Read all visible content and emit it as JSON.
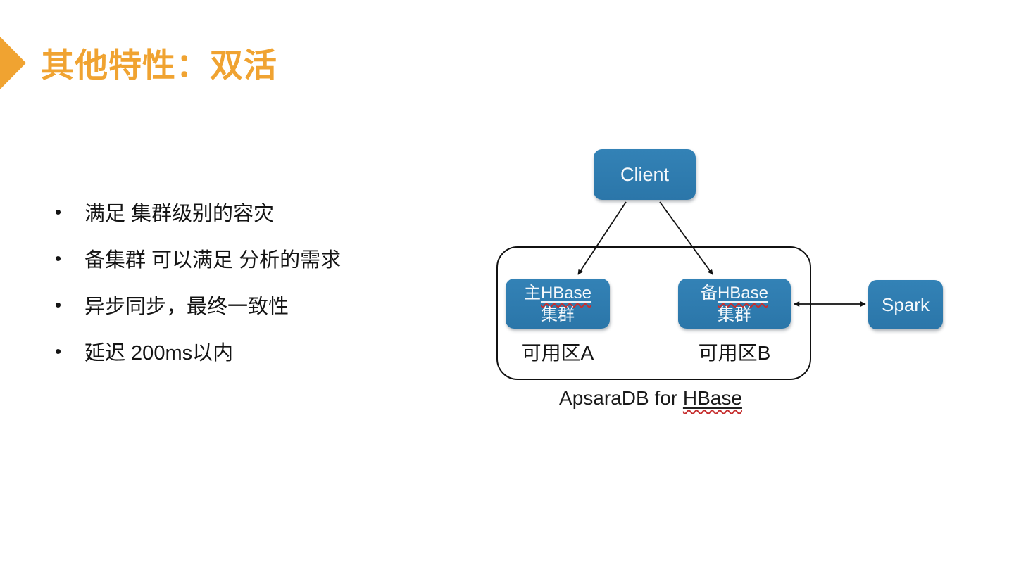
{
  "slide": {
    "title": "其他特性：双活",
    "bullet_char": "•",
    "bullets": [
      "满足 集群级别的容灾",
      "备集群 可以满足 分析的需求",
      "异步同步，最终一致性",
      "延迟 200ms以内"
    ],
    "colors": {
      "accent_orange": "#F0A331",
      "node_blue": "#2E7DB0",
      "text_black": "#141414",
      "spellcheck_red": "#C62F2F"
    }
  },
  "diagram": {
    "client_label": "Client",
    "primary_cluster": {
      "line1_prefix": "主",
      "line1_word": "HBase",
      "line2": "集群"
    },
    "standby_cluster": {
      "line1_prefix": "备",
      "line1_word": "HBase",
      "line2": "集群"
    },
    "zone_a_label": "可用区A",
    "zone_b_label": "可用区B",
    "spark_label": "Spark",
    "caption_prefix": "ApsaraDB for ",
    "caption_word": "HBase"
  }
}
